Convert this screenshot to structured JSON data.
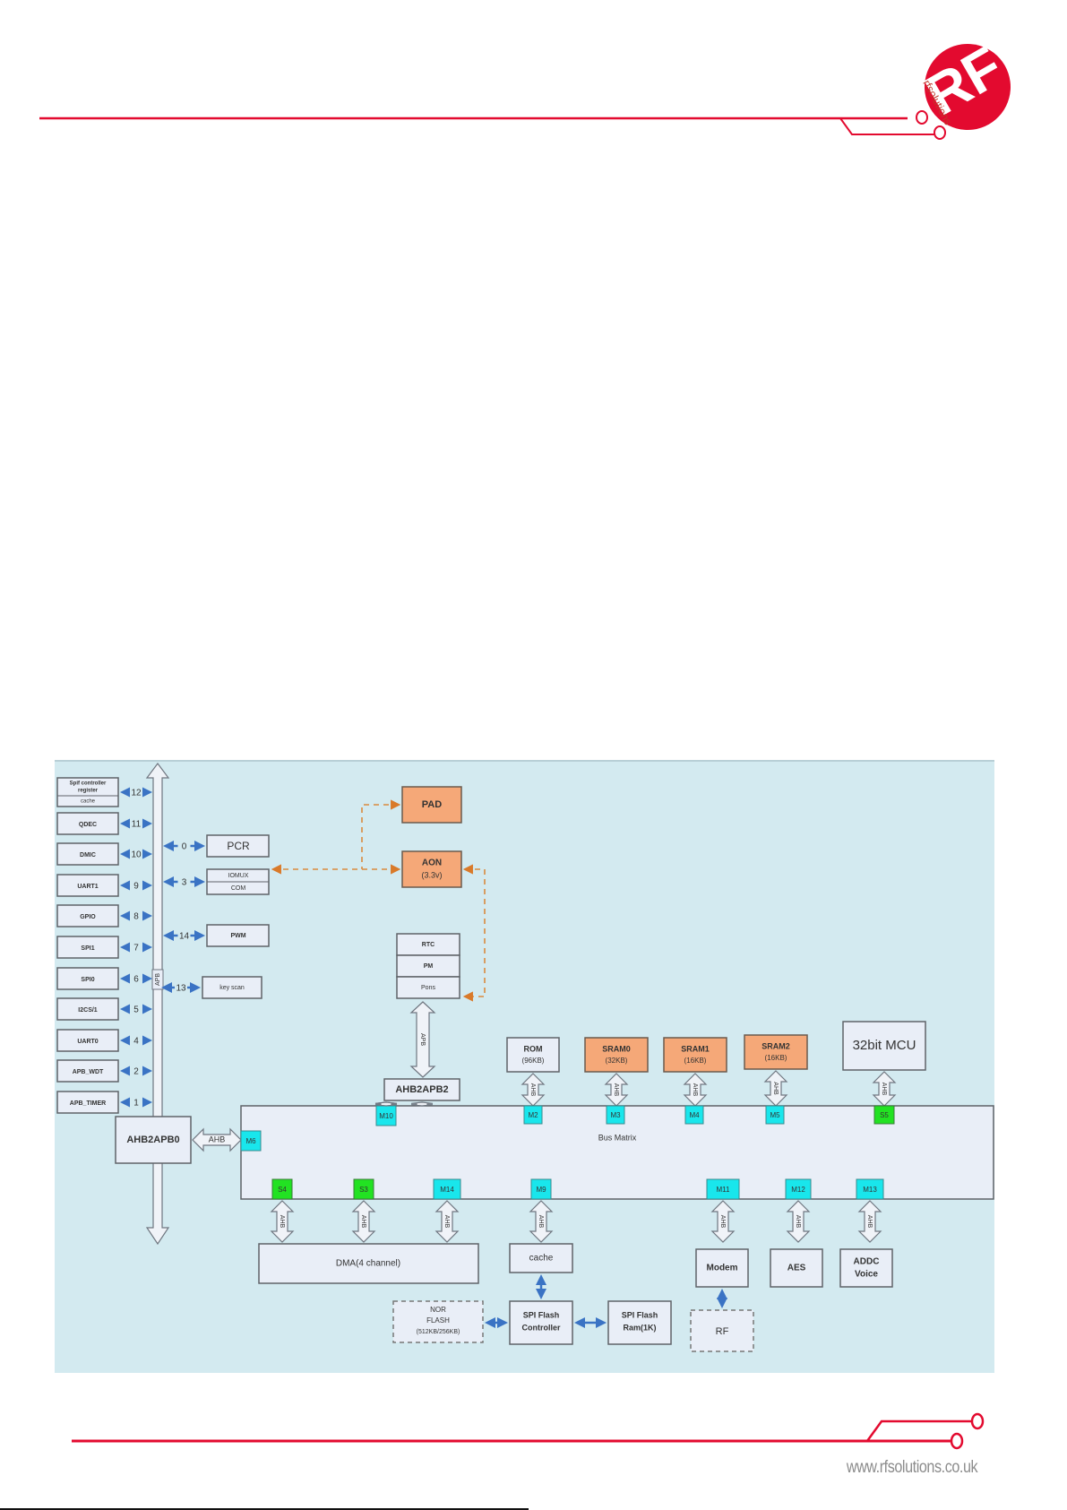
{
  "brand": {
    "logo_text": "rfsolutions",
    "logo_letters": "RF",
    "accent_color": "#e30a2f",
    "website": "www.rfsolutions.co.uk"
  },
  "diagram": {
    "apb_bus_label": "APB",
    "left_peripherals": [
      {
        "label": "Spif controller register",
        "sub": "cache",
        "id": "12"
      },
      {
        "label": "QDEC",
        "id": "11"
      },
      {
        "label": "DMIC",
        "id": "10"
      },
      {
        "label": "UART1",
        "id": "9"
      },
      {
        "label": "GPIO",
        "id": "8"
      },
      {
        "label": "SPI1",
        "id": "7"
      },
      {
        "label": "SPI0",
        "id": "6"
      },
      {
        "label": "I2CS/1",
        "id": "5"
      },
      {
        "label": "UART0",
        "id": "4"
      },
      {
        "label": "APB_WDT",
        "id": "2"
      },
      {
        "label": "APB_TIMER",
        "id": "1"
      }
    ],
    "right_peripherals": [
      {
        "label": "PCR",
        "id": "0"
      },
      {
        "label": "IOMUX",
        "sub": "COM",
        "id": "3"
      },
      {
        "label": "PWM",
        "id": "14"
      },
      {
        "label": "key scan",
        "id": "13"
      }
    ],
    "pad": "PAD",
    "aon": {
      "label": "AON",
      "sub": "(3.3v)"
    },
    "aon_stack": [
      "RTC",
      "PM",
      "Pons"
    ],
    "apb2_label": "APB",
    "ahb2apb2": "AHB2APB2",
    "ahb2apb0": "AHB2APB0",
    "ahb_label": "AHB",
    "bus_matrix": "Bus Matrix",
    "top_blocks": [
      {
        "label": "ROM",
        "sub": "(96KB)",
        "port": "M2",
        "style": "grey"
      },
      {
        "label": "SRAM0",
        "sub": "(32KB)",
        "port": "M3",
        "style": "orange"
      },
      {
        "label": "SRAM1",
        "sub": "(16KB)",
        "port": "M4",
        "style": "orange"
      },
      {
        "label": "SRAM2",
        "sub": "(16KB)",
        "port": "M5",
        "style": "orange"
      },
      {
        "label": "32bit MCU",
        "sub": "",
        "port": "S5",
        "style": "grey"
      }
    ],
    "ports": {
      "ahb2apb2": "M10",
      "ahb2apb0": "M6",
      "dma_s4": "S4",
      "dma_s3": "S3",
      "dma_m14": "M14",
      "cache": "M9",
      "modem": "M11",
      "aes": "M12",
      "addc": "M13"
    },
    "dma": "DMA(4 channel)",
    "cache": "cache",
    "modem": "Modem",
    "aes": "AES",
    "addc": {
      "line1": "ADDC",
      "line2": "Voice"
    },
    "rf": "RF",
    "nor_flash": {
      "line1": "NOR",
      "line2": "FLASH",
      "line3": "(512KB/256KB)"
    },
    "spi_flash_controller": {
      "line1": "SPI Flash",
      "line2": "Controller"
    },
    "spi_flash_ram": {
      "line1": "SPI Flash",
      "line2": "Ram(1K)"
    }
  }
}
